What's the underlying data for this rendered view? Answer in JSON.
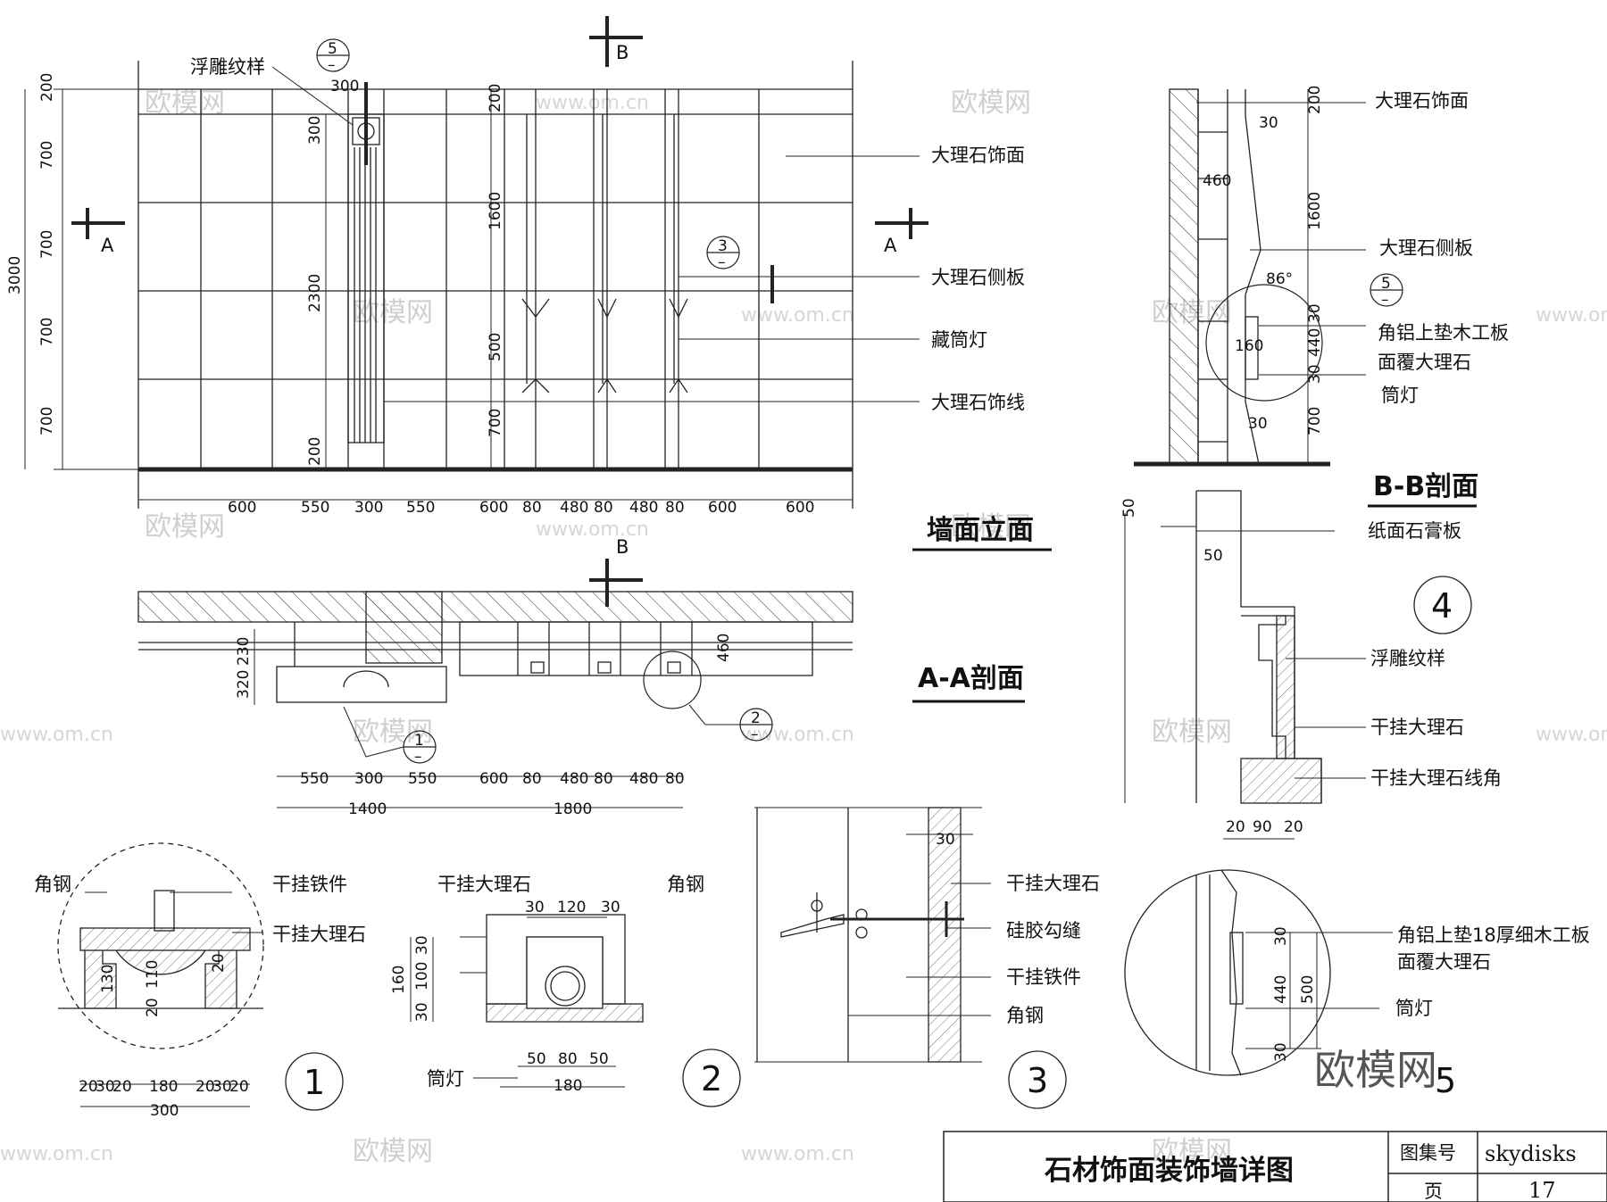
{
  "drawing": {
    "elevation_title": "墙面立面",
    "aa_title": "A-A剖面",
    "bb_title": "B-B剖面",
    "sheet_title": "石材饰面装饰墙详图",
    "atlas_label": "图集号",
    "atlas_value": "skydisks",
    "page_label": "页",
    "page_value": "17"
  },
  "section_marks": {
    "a": "A",
    "b": "B"
  },
  "callouts": {
    "c1": "1",
    "c2": "2",
    "c3": "3",
    "c5": "5",
    "dash": "–"
  },
  "detail_numbers": {
    "d1": "1",
    "d2": "2",
    "d3": "3",
    "d4": "4",
    "d5": "5"
  },
  "elevation": {
    "labels": {
      "relief": "浮雕纹样",
      "marble_face": "大理石饰面",
      "marble_side": "大理石侧板",
      "hidden_light": "藏筒灯",
      "marble_line": "大理石饰线"
    },
    "left_dims": [
      "200",
      "700",
      "700",
      "700",
      "700"
    ],
    "total_height": "3000",
    "pilaster_dims": [
      "300",
      "2300",
      "200"
    ],
    "pilaster_top": "300",
    "niche_dims": [
      "200",
      "1600",
      "500",
      "700"
    ],
    "bottom_dims": [
      "600",
      "550",
      "300",
      "550",
      "600",
      "80",
      "480",
      "80",
      "480",
      "80",
      "600",
      "600"
    ]
  },
  "aa_section": {
    "dims_left": [
      "230",
      "320"
    ],
    "dim_right": "460",
    "bottom_row1": [
      "550",
      "300",
      "550",
      "600",
      "80",
      "480",
      "80",
      "480",
      "80"
    ],
    "bottom_row2": [
      "1400",
      "1800"
    ]
  },
  "bb_section": {
    "labels": {
      "marble_face": "大理石饰面",
      "marble_side": "大理石侧板",
      "angle_al_1": "角铝上垫木工板",
      "angle_al_2": "面覆大理石",
      "downlight": "筒灯"
    },
    "dims": [
      "200",
      "30",
      "460",
      "1600",
      "86°",
      "30",
      "440",
      "160",
      "30",
      "30",
      "700"
    ]
  },
  "detail4": {
    "labels": {
      "gypsum": "纸面石膏板",
      "relief": "浮雕纹样",
      "dry_marble": "干挂大理石",
      "dry_marble_corner": "干挂大理石线角"
    },
    "dims": [
      "50",
      "50",
      "20",
      "90",
      "20"
    ]
  },
  "detail1": {
    "labels": {
      "angle_steel": "角钢",
      "iron_part": "干挂铁件",
      "dry_marble": "干挂大理石"
    },
    "dims": [
      "130",
      "110",
      "20",
      "20",
      "20",
      "30",
      "20",
      "180",
      "20",
      "30",
      "20",
      "300"
    ]
  },
  "detail2": {
    "labels": {
      "dry_marble": "干挂大理石",
      "angle_steel": "角钢",
      "downlight": "筒灯"
    },
    "dims": [
      "30",
      "120",
      "30",
      "160",
      "30",
      "100",
      "30",
      "50",
      "80",
      "50",
      "180"
    ]
  },
  "detail3": {
    "labels": {
      "dry_marble": "干挂大理石",
      "silicone": "硅胶勾缝",
      "iron_part": "干挂铁件",
      "angle_steel": "角钢"
    },
    "dims": [
      "30"
    ]
  },
  "detail5": {
    "labels": {
      "angle_al_1": "角铝上垫18厚细木工板",
      "angle_al_2": "面覆大理石",
      "downlight": "筒灯"
    },
    "dims": [
      "30",
      "440",
      "500",
      "30"
    ]
  },
  "watermark": {
    "brand": "欧模网",
    "url": "www.om.cn"
  }
}
